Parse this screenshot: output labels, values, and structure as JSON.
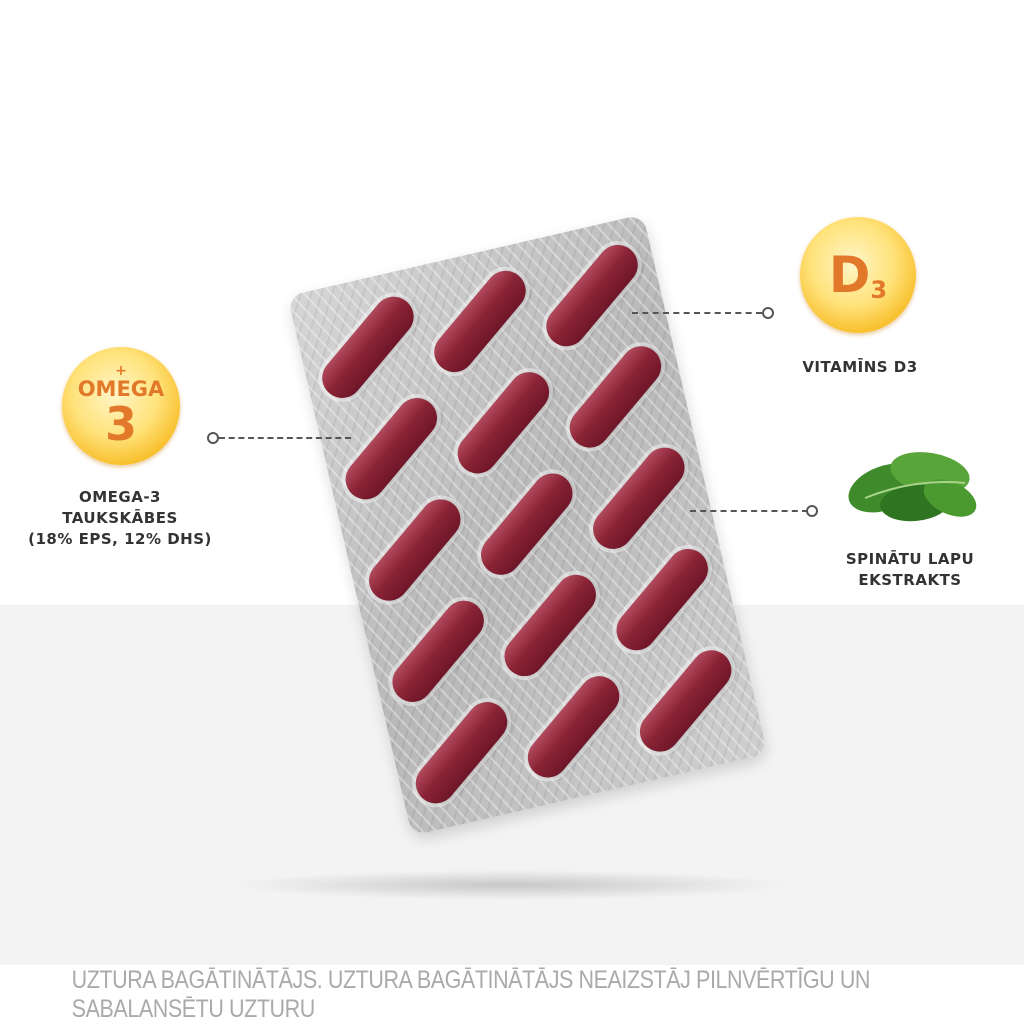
{
  "ingredients": {
    "omega": {
      "badge_plus": "+",
      "badge_word": "OMEGA",
      "badge_number": "3",
      "label_lines": [
        "OMEGA-3",
        "TAUKSKĀBES",
        "(18% EPS, 12% DHS)"
      ]
    },
    "vitamin": {
      "badge_letter": "D",
      "badge_sub": "3",
      "label": "VITAMĪNS D3"
    },
    "spinach": {
      "label_lines": [
        "SPINĀTU LAPU",
        "EKSTRAKTS"
      ]
    }
  },
  "disclaimer": "UZTURA BAGĀTINĀTĀJS. UZTURA BAGĀTINĀTĀJS NEAIZSTĀJ PILNVĒRTĪGU UN SABALANSĒTU UZTURU",
  "colors": {
    "capsule": "#8a2436",
    "badge_text": "#e2782a",
    "badge_gold": "#f6b81c"
  },
  "capsule_count": 15
}
